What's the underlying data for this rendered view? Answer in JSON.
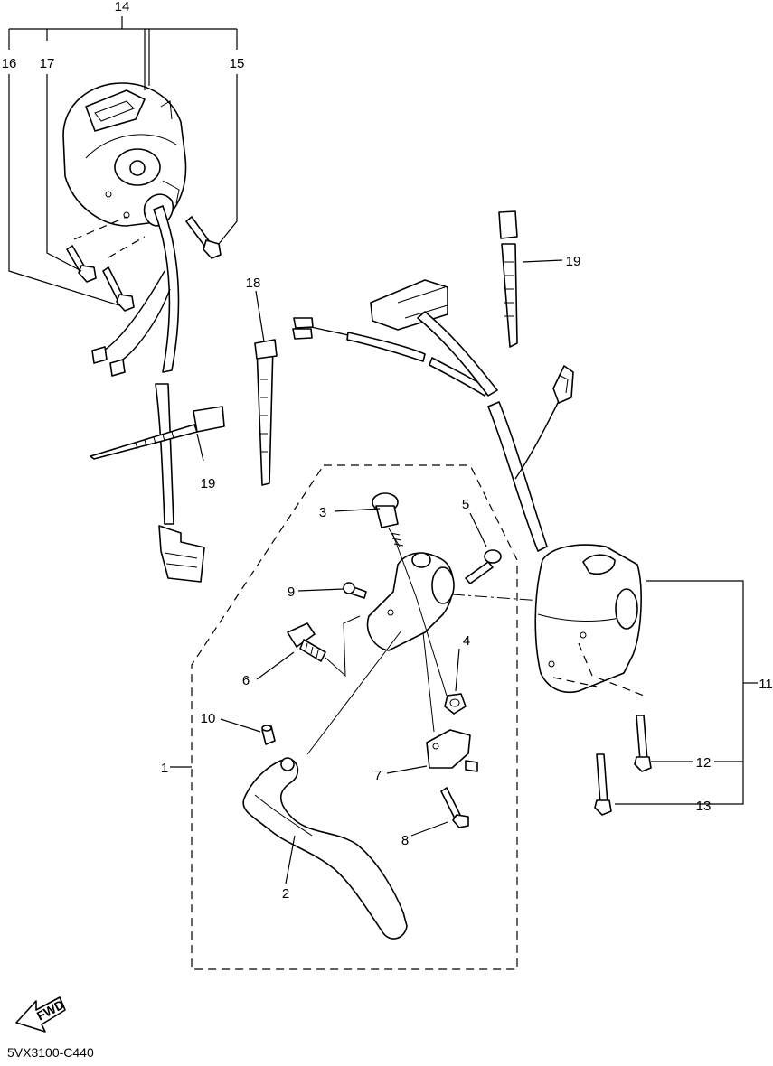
{
  "callouts": {
    "c1": "1",
    "c2": "2",
    "c3": "3",
    "c4": "4",
    "c5": "5",
    "c6": "6",
    "c7": "7",
    "c8": "8",
    "c9": "9",
    "c10": "10",
    "c11": "11",
    "c12": "12",
    "c13": "13",
    "c14": "14",
    "c15": "15",
    "c16": "16",
    "c17": "17",
    "c18": "18",
    "c19a": "19",
    "c19b": "19"
  },
  "direction_arrow": {
    "label": "FWD",
    "icon": "fwd-arrow-icon"
  },
  "reference_code": "5VX3100-C440"
}
